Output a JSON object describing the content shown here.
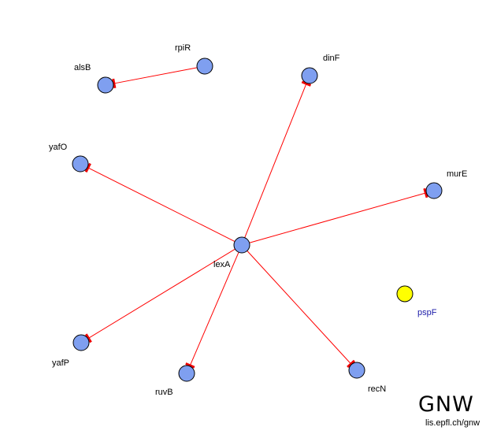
{
  "network": {
    "node_color": "#7f9ff0",
    "isolated_node_color": "#ffff00",
    "edge_color": "#ff0000",
    "nodes": [
      {
        "id": "rpiR",
        "label": "rpiR",
        "isolated": false
      },
      {
        "id": "alsB",
        "label": "alsB",
        "isolated": false
      },
      {
        "id": "dinF",
        "label": "dinF",
        "isolated": false
      },
      {
        "id": "yafO",
        "label": "yafO",
        "isolated": false
      },
      {
        "id": "murE",
        "label": "murE",
        "isolated": false
      },
      {
        "id": "lexA",
        "label": "lexA",
        "isolated": false
      },
      {
        "id": "pspF",
        "label": "pspF",
        "isolated": true
      },
      {
        "id": "yafP",
        "label": "yafP",
        "isolated": false
      },
      {
        "id": "ruvB",
        "label": "ruvB",
        "isolated": false
      },
      {
        "id": "recN",
        "label": "recN",
        "isolated": false
      }
    ],
    "edges": [
      {
        "source": "rpiR",
        "target": "alsB",
        "type": "inhibition"
      },
      {
        "source": "lexA",
        "target": "dinF",
        "type": "inhibition"
      },
      {
        "source": "lexA",
        "target": "yafO",
        "type": "inhibition"
      },
      {
        "source": "lexA",
        "target": "murE",
        "type": "inhibition"
      },
      {
        "source": "lexA",
        "target": "yafP",
        "type": "inhibition"
      },
      {
        "source": "lexA",
        "target": "ruvB",
        "type": "inhibition"
      },
      {
        "source": "lexA",
        "target": "recN",
        "type": "inhibition"
      }
    ]
  },
  "logo": {
    "text": "GNW",
    "url": "lis.epfl.ch/gnw"
  }
}
